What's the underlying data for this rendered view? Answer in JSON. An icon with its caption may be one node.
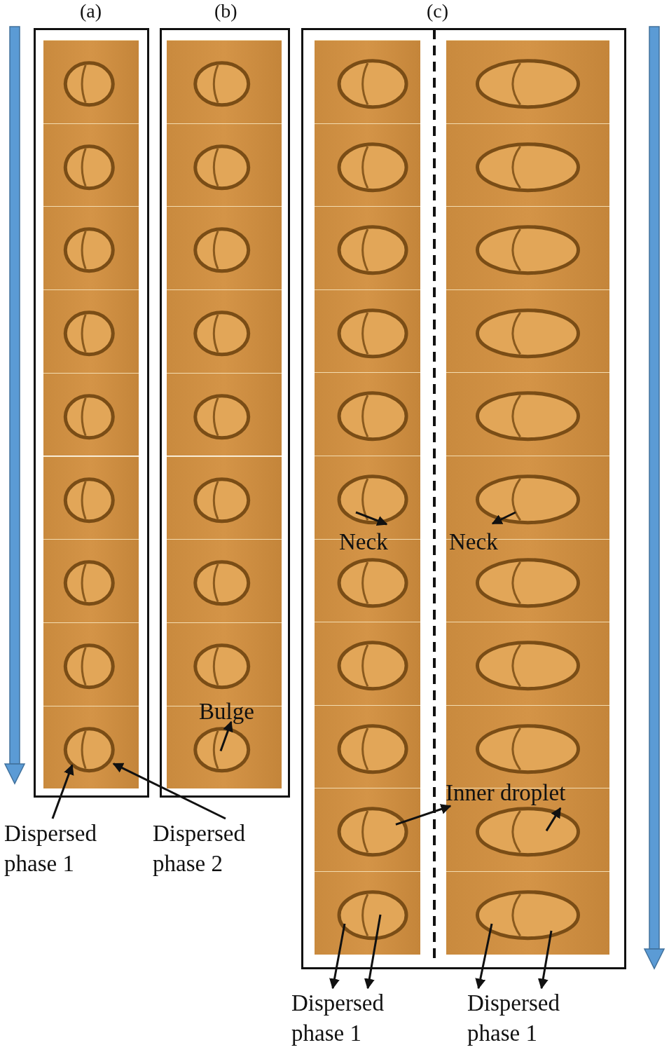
{
  "diagram": {
    "nodes": [
      {
        "text": [
          "(a)"
        ]
      },
      {
        "text": [
          "(b)"
        ]
      },
      {
        "text": [
          "(c)"
        ]
      },
      {
        "text": [],
        "shape": "picture",
        "in": 0
      },
      {
        "text": [],
        "shape": "picture",
        "in": 0
      },
      {
        "text": [],
        "shape": "picture",
        "in": 0
      },
      {
        "text": [],
        "shape": "picture",
        "in": 0
      },
      {
        "text": [],
        "shape": "picture",
        "in": 0
      },
      {
        "text": [],
        "shape": "picture",
        "in": 0
      },
      {
        "text": [],
        "shape": "picture",
        "in": 0
      },
      {
        "text": [],
        "shape": "picture",
        "in": 0
      },
      {
        "text": [],
        "shape": "picture",
        "in": 0
      },
      {
        "text": [],
        "shape": "picture",
        "in": 1
      },
      {
        "text": [],
        "shape": "picture",
        "in": 1
      },
      {
        "text": [],
        "shape": "picture",
        "in": 1
      },
      {
        "text": [],
        "shape": "picture",
        "in": 1
      },
      {
        "text": [],
        "shape": "picture",
        "in": 1
      },
      {
        "text": [],
        "shape": "picture",
        "in": 1
      },
      {
        "text": [],
        "shape": "picture",
        "in": 1
      },
      {
        "text": [],
        "shape": "picture",
        "in": 1
      },
      {
        "text": [],
        "shape": "picture",
        "in": 1
      },
      {
        "text": [],
        "shape": "picture",
        "in": 2
      },
      {
        "text": [],
        "shape": "picture",
        "in": 2
      },
      {
        "text": [],
        "shape": "picture",
        "in": 2
      },
      {
        "text": [],
        "shape": "picture",
        "in": 2
      },
      {
        "text": [],
        "shape": "picture",
        "in": 2
      },
      {
        "text": [],
        "shape": "picture",
        "in": 2
      },
      {
        "text": [],
        "shape": "picture",
        "in": 2
      },
      {
        "text": [],
        "shape": "picture",
        "in": 2
      },
      {
        "text": [],
        "shape": "picture",
        "in": 2
      },
      {
        "text": [],
        "shape": "picture",
        "in": 2
      },
      {
        "text": [],
        "shape": "picture",
        "in": 2
      },
      {
        "text": [],
        "shape": "picture",
        "in": 2
      },
      {
        "text": [],
        "shape": "picture",
        "in": 2
      },
      {
        "text": [],
        "shape": "picture",
        "in": 2
      },
      {
        "text": [],
        "shape": "picture",
        "in": 2
      },
      {
        "text": [],
        "shape": "picture",
        "in": 2
      },
      {
        "text": [],
        "shape": "picture",
        "in": 2
      },
      {
        "text": [],
        "shape": "picture",
        "in": 2
      },
      {
        "text": [],
        "shape": "picture",
        "in": 2
      },
      {
        "text": [],
        "shape": "picture",
        "in": 2
      },
      {
        "text": [],
        "shape": "picture",
        "in": 2
      },
      {
        "text": [],
        "shape": "picture",
        "in": 2
      },
      {
        "text": [
          "Bulge"
        ],
        "in": 1
      },
      {
        "text": [
          "Neck"
        ],
        "in": 2
      },
      {
        "text": [
          "Neck"
        ],
        "in": 2
      },
      {
        "text": [
          "Inner droplet"
        ],
        "in": 2
      },
      {
        "text": [
          "Dispersed phase 1"
        ]
      },
      {
        "text": [
          "Dispersed phase 2"
        ]
      },
      {
        "text": [
          "Dispersed phase 1"
        ]
      },
      {
        "text": [
          "Dispersed phase 1"
        ]
      }
    ],
    "edges": [
      {
        "from": 47,
        "to": 11,
        "arrow": "to"
      },
      {
        "from": 48,
        "to": 11,
        "arrow": "to"
      },
      {
        "from": 20,
        "to": 43,
        "arrow": "to"
      },
      {
        "from": 31,
        "to": 44,
        "arrow": "to"
      },
      {
        "from": 32,
        "to": 45,
        "arrow": "to"
      },
      {
        "from": 39,
        "to": 46,
        "arrow": "to"
      },
      {
        "from": 40,
        "to": 46,
        "arrow": "to"
      },
      {
        "from": 41,
        "to": 49,
        "arrow": "to"
      },
      {
        "from": 41,
        "to": 49,
        "arrow": "to"
      },
      {
        "from": 42,
        "to": 50,
        "arrow": "to"
      },
      {
        "from": 42,
        "to": 50,
        "arrow": "to"
      }
    ]
  }
}
